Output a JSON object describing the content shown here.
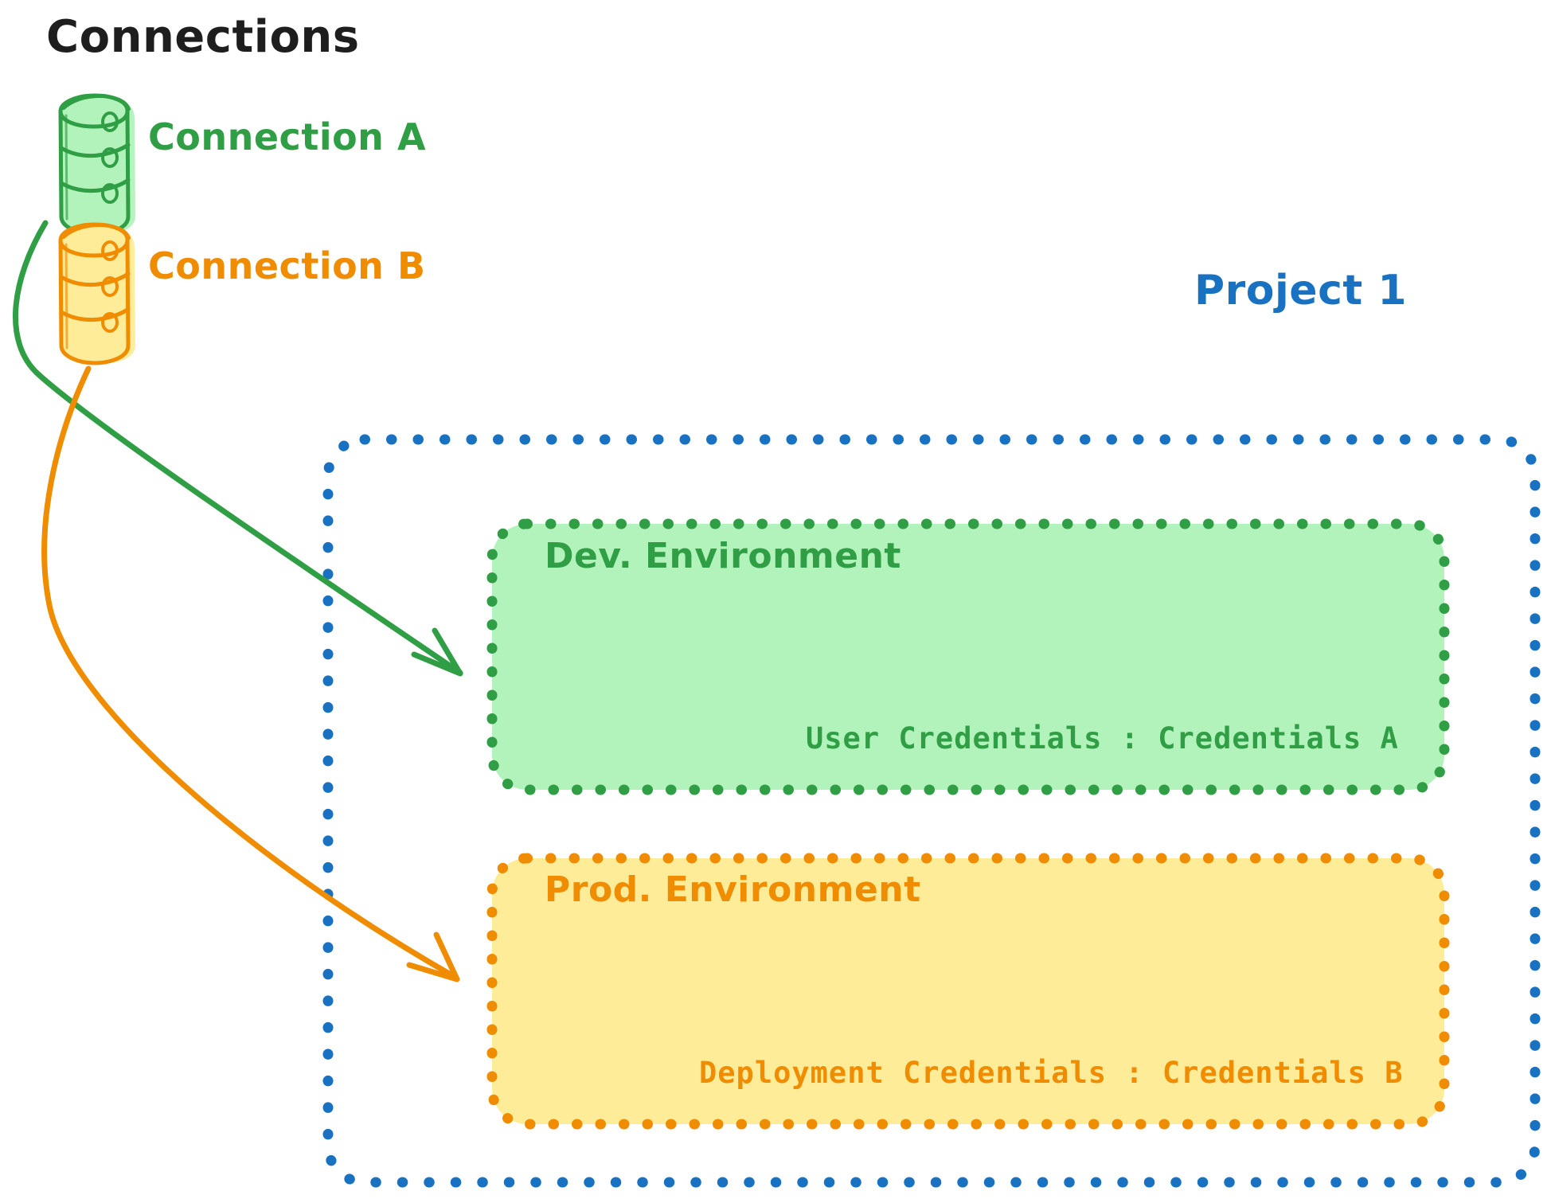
{
  "diagram": {
    "title": "Connections",
    "background": "#ffffff",
    "colors": {
      "green_stroke": "#2f9e44",
      "green_fill": "#b2f2bb",
      "orange_stroke": "#f08c00",
      "orange_fill": "#ffec99",
      "blue_stroke": "#1971c2",
      "text_dark": "#1e1e1e"
    }
  },
  "connections": {
    "heading": "Connections",
    "items": [
      {
        "id": "connection-a",
        "label": "Connection A",
        "icon": "database-cylinder-icon",
        "color": "#2f9e44",
        "fill": "#b2f2bb",
        "target": "dev-environment"
      },
      {
        "id": "connection-b",
        "label": "Connection B",
        "icon": "database-cylinder-icon",
        "color": "#f08c00",
        "fill": "#ffec99",
        "target": "prod-environment"
      }
    ]
  },
  "project": {
    "title": "Project 1",
    "color": "#1971c2",
    "border_style": "dotted",
    "environments": [
      {
        "id": "dev-environment",
        "name": "Dev. Environment",
        "color": "#2f9e44",
        "fill": "#b2f2bb",
        "credential_label": "User Credentials",
        "credential_separator": ":",
        "credential_value": "Credentials A",
        "credential_line": "User Credentials : Credentials A"
      },
      {
        "id": "prod-environment",
        "name": "Prod. Environment",
        "color": "#f08c00",
        "fill": "#ffec99",
        "credential_label": "Deployment Credentials",
        "credential_separator": ":",
        "credential_value": "Credentials B",
        "credential_line": "Deployment Credentials : Credentials B"
      }
    ]
  },
  "arrows": [
    {
      "id": "arrow-connection-a-to-dev",
      "from": "connection-a",
      "to": "dev-environment",
      "color": "#2f9e44"
    },
    {
      "id": "arrow-connection-b-to-prod",
      "from": "connection-b",
      "to": "prod-environment",
      "color": "#f08c00"
    }
  ]
}
